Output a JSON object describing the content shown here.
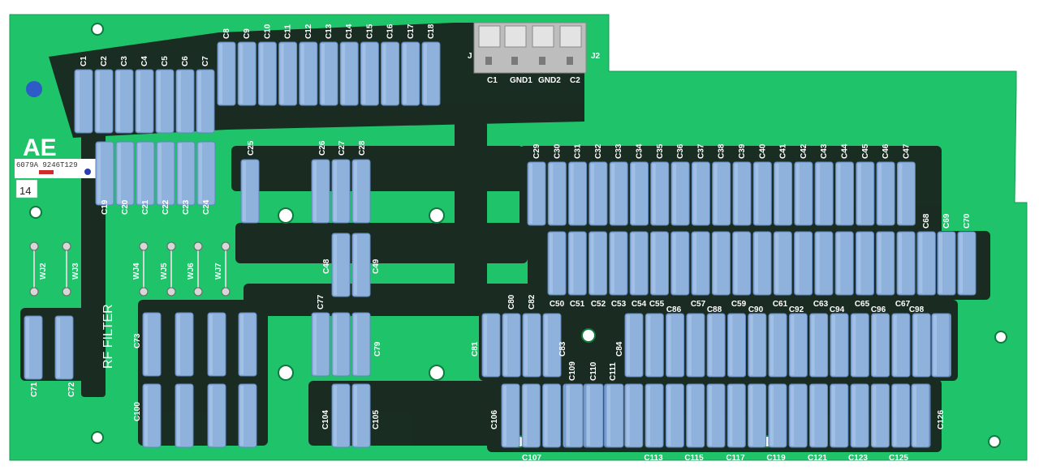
{
  "board": {
    "logo": "AE",
    "part_number": "6079A 9246T129",
    "sticker_number": "14",
    "title": "RF FILTER",
    "colors": {
      "pcb": "#1fc46a",
      "pcb_dark": "#16a857",
      "trace": "#1b1f1c",
      "capacitor": "#8fb2dd",
      "capacitor_edge": "#5f85bd",
      "silk": "#ffffff",
      "connector": "#c9c9c9"
    }
  },
  "connector": {
    "j1_label": "J",
    "j2_label": "J2",
    "pins": [
      "C1",
      "GND1",
      "GND2",
      "C2"
    ]
  },
  "jumpers": [
    "WJ2",
    "WJ3",
    "WJ4",
    "WJ5",
    "WJ6",
    "WJ7"
  ],
  "capacitors": {
    "row_a": [
      "C1",
      "C2",
      "C3",
      "C4",
      "C5",
      "C6",
      "C7"
    ],
    "row_b": [
      "C8",
      "C9",
      "C10",
      "C11",
      "C12",
      "C13",
      "C14",
      "C15",
      "C16",
      "C17",
      "C18"
    ],
    "row_c": [
      "C19",
      "C20",
      "C21",
      "C22",
      "C23",
      "C24"
    ],
    "row_d": [
      "C29",
      "C30",
      "C31",
      "C32",
      "C33",
      "C34",
      "C35",
      "C36",
      "C37",
      "C38",
      "C39",
      "C40",
      "C41",
      "C42",
      "C43",
      "C44",
      "C45",
      "C46",
      "C47"
    ],
    "row_e_top": [
      "C68",
      "C69",
      "C70"
    ],
    "row_e_bottom": [
      "C50",
      "C51",
      "C52",
      "C53",
      "C54",
      "C55",
      "C57",
      "C59",
      "C61",
      "C63",
      "C65",
      "C67"
    ],
    "row_f_top": [
      "C86",
      "C88",
      "C90",
      "C92",
      "C94",
      "C96",
      "C98"
    ],
    "row_g_bottom": [
      "C107",
      "C113",
      "C115",
      "C117",
      "C119",
      "C121",
      "C123",
      "C125"
    ],
    "singles": [
      "C25",
      "C26",
      "C27",
      "C28",
      "C48",
      "C49",
      "C77",
      "C79",
      "C80",
      "C82",
      "C81",
      "C83",
      "C84",
      "C109",
      "C110",
      "C111",
      "C73",
      "C100",
      "C104",
      "C105",
      "C106",
      "C126",
      "C71",
      "C72"
    ]
  }
}
